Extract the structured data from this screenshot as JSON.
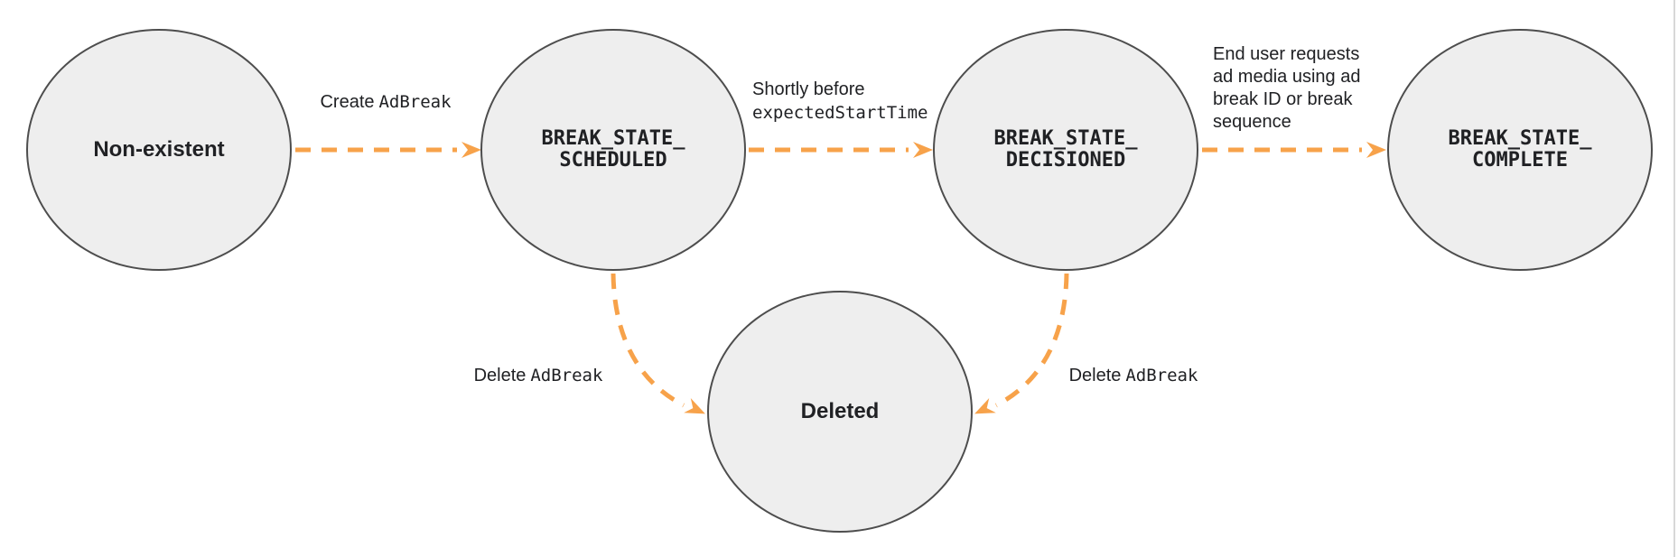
{
  "colors": {
    "arrow": "#F7A24A",
    "node_fill": "#EEEEEE",
    "node_border": "#4D4D4D",
    "text": "#202124",
    "divider": "#D8D8D8"
  },
  "states": {
    "non_existent": {
      "label": "Non-existent"
    },
    "scheduled": {
      "line1": "BREAK_STATE_",
      "line2": "SCHEDULED"
    },
    "decisioned": {
      "line1": "BREAK_STATE_",
      "line2": "DECISIONED"
    },
    "complete": {
      "line1": "BREAK_STATE_",
      "line2": "COMPLETE"
    },
    "deleted": {
      "label": "Deleted"
    }
  },
  "transitions": {
    "create": {
      "word": "Create",
      "code": "AdBreak"
    },
    "shortly": {
      "line1": "Shortly before",
      "code_line2": "expectedStartTime"
    },
    "end_user": {
      "line1": "End user requests",
      "line2": "ad media using ad",
      "line3": "break ID or break",
      "line4": "sequence"
    },
    "delete_left": {
      "word": "Delete",
      "code": "AdBreak"
    },
    "delete_right": {
      "word": "Delete",
      "code": "AdBreak"
    }
  }
}
